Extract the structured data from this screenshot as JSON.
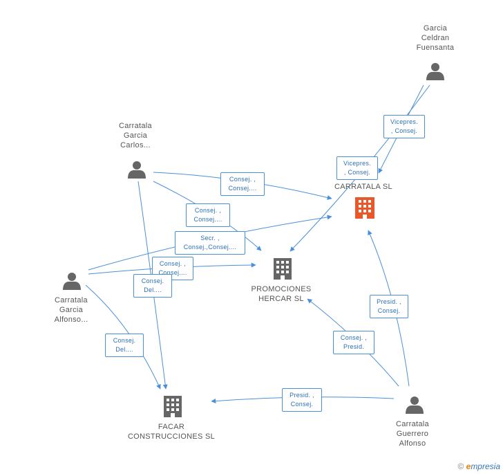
{
  "nodes": {
    "garcia_celdran": {
      "name": "Garcia\nCeldran\nFuensanta",
      "kind": "person"
    },
    "carratala_carlos": {
      "name": "Carratala\nGarcia\nCarlos...",
      "kind": "person"
    },
    "carratala_alfonso": {
      "name": "Carratala\nGarcia\nAlfonso...",
      "kind": "person"
    },
    "carratala_guerrero": {
      "name": "Carratala\nGuerrero\nAlfonso",
      "kind": "person"
    },
    "carratala_sl": {
      "name": "CARRATALA SL",
      "name_prefix": "D",
      "kind": "company",
      "highlight": true
    },
    "promociones_hercar": {
      "name": "PROMOCIONES\nHERCAR SL",
      "kind": "company"
    },
    "facar": {
      "name": "FACAR\nCONSTRUCCIONES SL",
      "kind": "company"
    }
  },
  "edges": [
    {
      "label": "Vicepres.\n, Consej."
    },
    {
      "label": "Vicepres.\n, Consej."
    },
    {
      "label": "Consej. ,\nConsej...."
    },
    {
      "label": "Consej. ,\nConsej...."
    },
    {
      "label": "Secr. ,\nConsej.,Consej...."
    },
    {
      "label": "Consej. ,\nConsej...."
    },
    {
      "label": "Consej.\nDel...."
    },
    {
      "label": "Consej.\nDel...."
    },
    {
      "label": "Presid. ,\nConsej."
    },
    {
      "label": "Consej. ,\nPresid."
    },
    {
      "label": "Presid. ,\nConsej."
    }
  ],
  "colors": {
    "edge": "#4a90d9",
    "person": "#666666",
    "company": "#666666",
    "highlight": "#e8582a"
  },
  "watermark": {
    "copyright": "©",
    "brand_e": "e",
    "brand_rest": "mpresia"
  }
}
